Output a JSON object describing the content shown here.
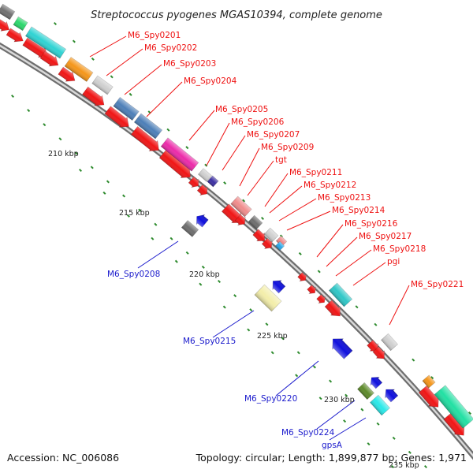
{
  "title": "Streptococcus pyogenes MGAS10394, complete genome",
  "footer": {
    "accession": "Accession: NC_006086",
    "topology": "Topology: circular; Length: 1,899,877 bp; Genes: 1,971"
  },
  "colors": {
    "forward_label": "#ee1111",
    "reverse_label": "#1a1acc",
    "backbone": "#8a8a8a",
    "tick": "#2e8b2e"
  },
  "scale_labels": [
    "210 kbp",
    "215 kbp",
    "220 kbp",
    "225 kbp",
    "230 kbp",
    "235 kbp"
  ],
  "forward_genes": [
    "M6_Spy0201",
    "M6_Spy0202",
    "M6_Spy0203",
    "M6_Spy0204",
    "M6_Spy0205",
    "M6_Spy0206",
    "M6_Spy0207",
    "M6_Spy0209",
    "tgt",
    "M6_Spy0211",
    "M6_Spy0212",
    "M6_Spy0213",
    "M6_Spy0214",
    "M6_Spy0216",
    "M6_Spy0217",
    "M6_Spy0218",
    "pgi",
    "M6_Spy0221"
  ],
  "reverse_genes": [
    "M6_Spy0208",
    "M6_Spy0215",
    "M6_Spy0220",
    "M6_Spy0224",
    "gpsA"
  ]
}
